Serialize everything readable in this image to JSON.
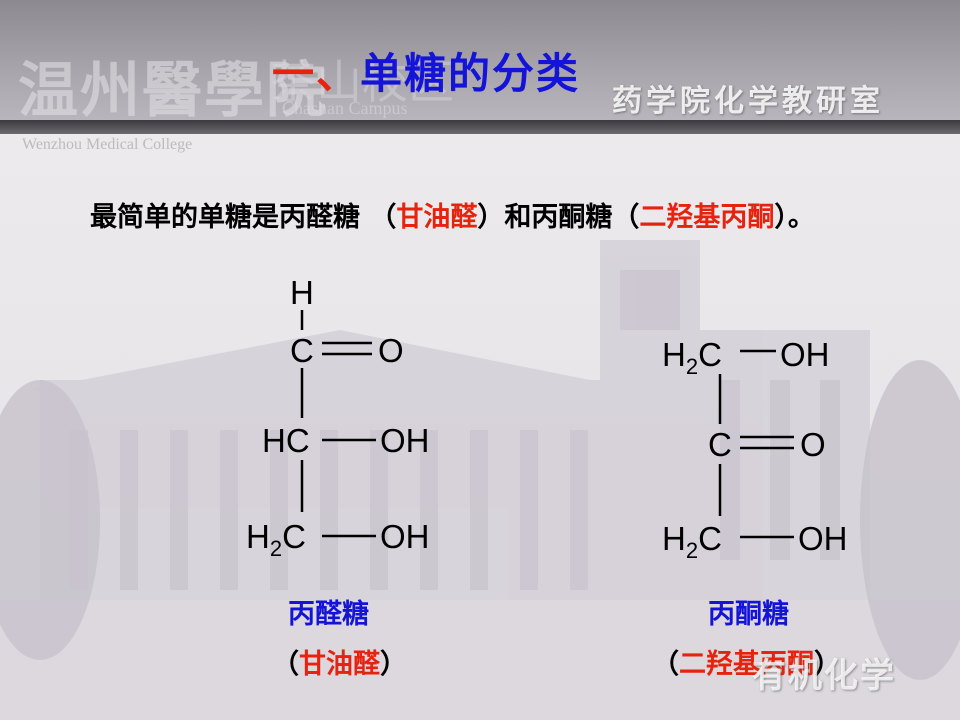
{
  "header": {
    "logo_text": "温州醫學院",
    "campus_cn": "茶山校区",
    "campus_en": "Chashan Campus",
    "college_en": "Wenzhou Medical College",
    "title_number": "一、",
    "title_text": "单糖的分类",
    "department": "药学院化学教研室"
  },
  "intro": {
    "part1": "最简单的单糖是丙醛糖 （",
    "term1": "甘油醛",
    "part2": "）和丙酮糖（",
    "term2": "二羟基丙酮",
    "part3": "）。"
  },
  "glyceraldehyde": {
    "atoms": {
      "h": "H",
      "c1": "C",
      "o1": "O",
      "hc": "HC",
      "oh1": "OH",
      "h2c_main": "H",
      "h2c_sub": "2",
      "h2c_c": "C",
      "oh2": "OH"
    },
    "name": "丙醛糖",
    "alt_open": "（",
    "alt_name": "甘油醛",
    "alt_close": "）"
  },
  "dihydroxyacetone": {
    "atoms": {
      "top_h": "H",
      "top_sub": "2",
      "top_c": "C",
      "top_oh": "OH",
      "mid_c": "C",
      "mid_o": "O",
      "bot_h": "H",
      "bot_sub": "2",
      "bot_c": "C",
      "bot_oh": "OH"
    },
    "name": "丙酮糖",
    "alt_open": "（",
    "alt_name": "二羟基丙酮",
    "alt_close": "）"
  },
  "corner_label": "有机化学",
  "colors": {
    "title_blue": "#1414d8",
    "accent_red": "#e6230f"
  }
}
